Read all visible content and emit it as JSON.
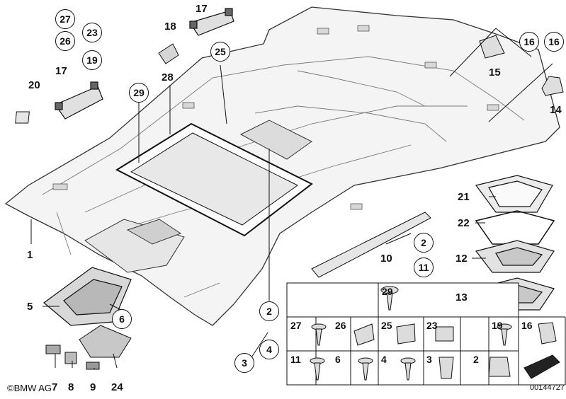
{
  "diagram": {
    "labels_plain": [
      {
        "id": "l17a",
        "text": "17"
      },
      {
        "id": "l18",
        "text": "18"
      },
      {
        "id": "l20",
        "text": "20"
      },
      {
        "id": "l17b",
        "text": "17"
      },
      {
        "id": "l28",
        "text": "28"
      },
      {
        "id": "l15",
        "text": "15"
      },
      {
        "id": "l14",
        "text": "14"
      },
      {
        "id": "l1",
        "text": "1"
      },
      {
        "id": "l5",
        "text": "5"
      },
      {
        "id": "l10",
        "text": "10"
      },
      {
        "id": "l21",
        "text": "21"
      },
      {
        "id": "l22",
        "text": "22"
      },
      {
        "id": "l12",
        "text": "12"
      },
      {
        "id": "l13",
        "text": "13"
      },
      {
        "id": "l7",
        "text": "7"
      },
      {
        "id": "l8",
        "text": "8"
      },
      {
        "id": "l9",
        "text": "9"
      },
      {
        "id": "l24",
        "text": "24"
      }
    ],
    "labels_circled": [
      {
        "id": "c27",
        "text": "27"
      },
      {
        "id": "c26",
        "text": "26"
      },
      {
        "id": "c23",
        "text": "23"
      },
      {
        "id": "c19",
        "text": "19"
      },
      {
        "id": "c29",
        "text": "29"
      },
      {
        "id": "c25",
        "text": "25"
      },
      {
        "id": "c16a",
        "text": "16"
      },
      {
        "id": "c16b",
        "text": "16"
      },
      {
        "id": "c2a",
        "text": "2"
      },
      {
        "id": "c11",
        "text": "11"
      },
      {
        "id": "c6",
        "text": "6"
      },
      {
        "id": "c2b",
        "text": "2"
      },
      {
        "id": "c3",
        "text": "3"
      },
      {
        "id": "c4",
        "text": "4"
      }
    ],
    "grid_cells": [
      {
        "id": "g29",
        "text": "29"
      },
      {
        "id": "g27",
        "text": "27"
      },
      {
        "id": "g26",
        "text": "26"
      },
      {
        "id": "g25",
        "text": "25"
      },
      {
        "id": "g23",
        "text": "23"
      },
      {
        "id": "g19",
        "text": "19"
      },
      {
        "id": "g16",
        "text": "16"
      },
      {
        "id": "g11",
        "text": "11"
      },
      {
        "id": "g6",
        "text": "6"
      },
      {
        "id": "g4",
        "text": "4"
      },
      {
        "id": "g3",
        "text": "3"
      },
      {
        "id": "g2",
        "text": "2"
      }
    ],
    "brand": "©BMW AG",
    "code": "00144727"
  }
}
